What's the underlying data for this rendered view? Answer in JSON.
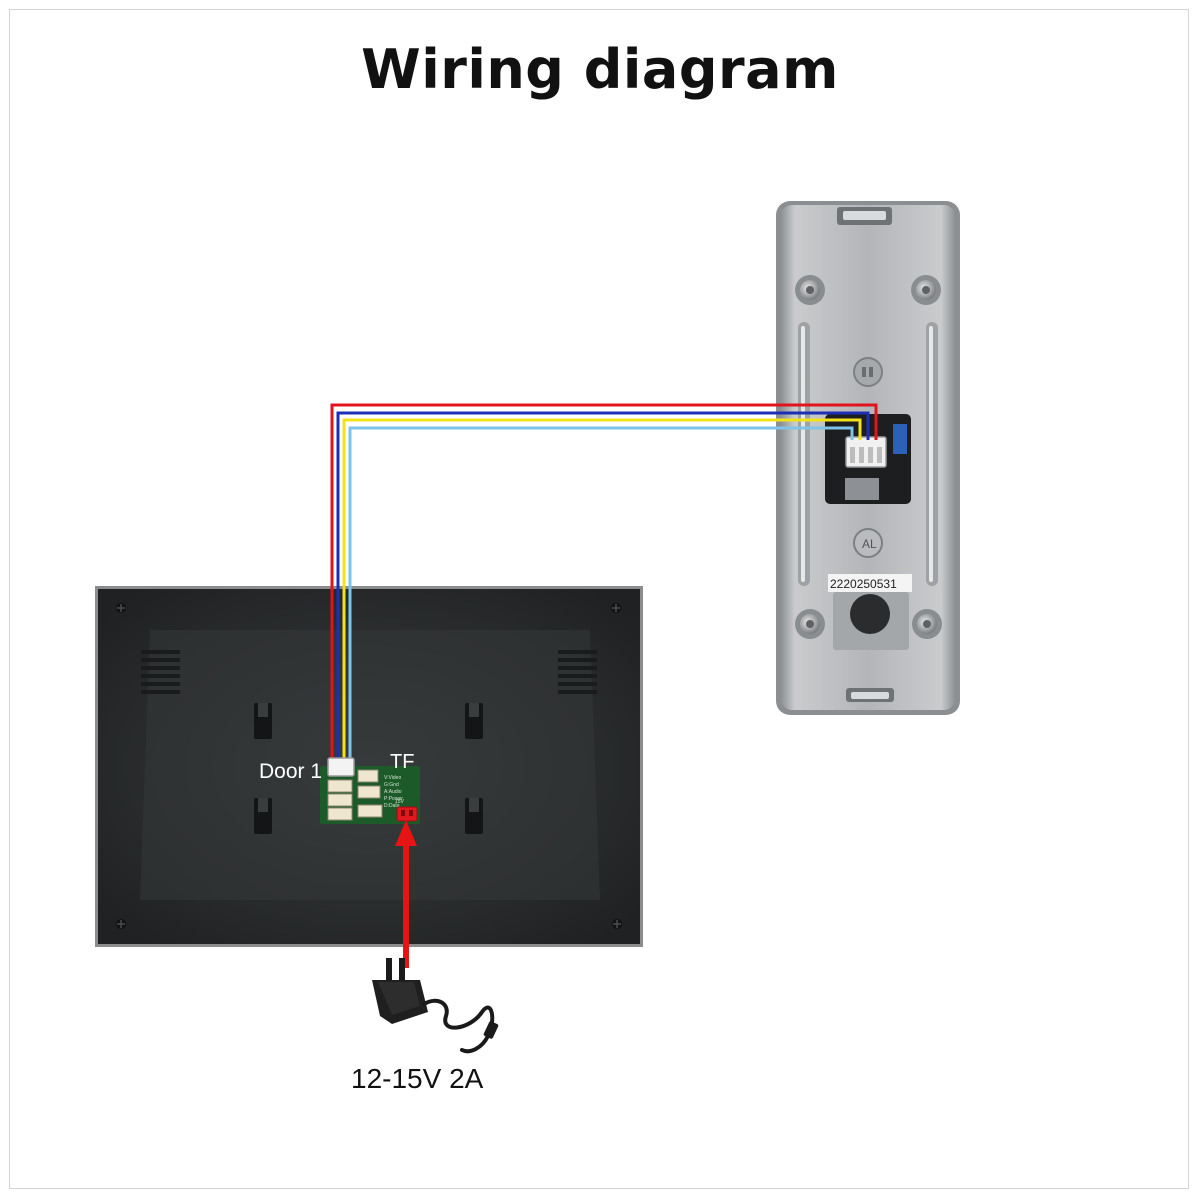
{
  "title": "Wiring diagram",
  "monitor": {
    "door_port_label": "Door 1",
    "tf_label": "TF",
    "pcb_legend": [
      "V:Video",
      "G:Gnd",
      "A:Audio",
      "P:Power",
      "D:Data",
      "15V"
    ]
  },
  "outdoor_unit": {
    "serial": "2220250531",
    "mark": "AL"
  },
  "power": {
    "label": "12-15V 2A"
  },
  "colors": {
    "wire_red": "#e0141a",
    "wire_blue": "#1c2fb5",
    "wire_yellow": "#f2e21a",
    "wire_lightblue": "#7ec3ea",
    "monitor_body": "#2e3132",
    "panel_body": "#b8babd",
    "arrow": "#e61414"
  }
}
